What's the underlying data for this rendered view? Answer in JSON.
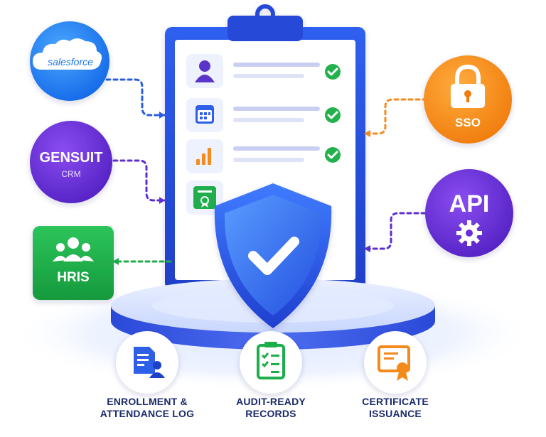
{
  "integrations": {
    "salesforce": {
      "label": "salesforce",
      "color": "#1f8fff"
    },
    "gensuit": {
      "title": "GENSUIT",
      "subtitle": "CRM",
      "color": "#6a2fd6"
    },
    "hris": {
      "label": "HRIS",
      "color": "#1fae4b"
    },
    "sso": {
      "label": "SSO",
      "color": "#f7921e"
    },
    "api": {
      "label": "API",
      "color": "#6a2fd6"
    }
  },
  "clipboard": {
    "rows": [
      {
        "icon": "user-icon",
        "status": "complete"
      },
      {
        "icon": "calendar-icon",
        "status": "complete"
      },
      {
        "icon": "bar-chart-icon",
        "status": "complete"
      },
      {
        "icon": "certificate-icon",
        "status": "pending"
      }
    ]
  },
  "features": [
    {
      "icon": "document-user-icon",
      "line1": "ENROLLMENT &",
      "line2": "ATTENDANCE LOG"
    },
    {
      "icon": "checklist-icon",
      "line1": "AUDIT-READY",
      "line2": "RECORDS"
    },
    {
      "icon": "certificate-icon",
      "line1": "CERTIFICATE",
      "line2": "ISSUANCE"
    }
  ],
  "colors": {
    "brand_blue": "#2a4fd6",
    "check_green": "#22b14c",
    "text_navy": "#1b2a6b"
  }
}
